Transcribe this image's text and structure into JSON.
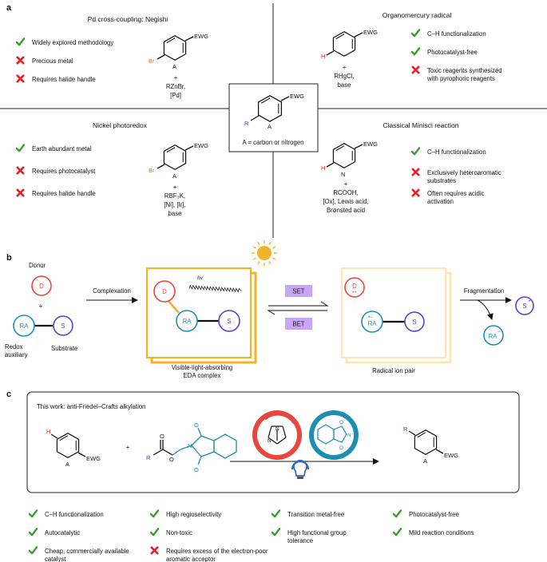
{
  "colors": {
    "check": "#3a9a2c",
    "cross": "#e3242b",
    "red": "#e8473f",
    "teal": "#1c8fb0",
    "purple": "#5b3fd4",
    "orange": "#f0b429",
    "palebox": "#fbe6b6",
    "lav": "#c7a6f7",
    "br": "#b8860b",
    "blue": "#2548c8"
  },
  "panel_a": {
    "label": "a",
    "core_caption": "A = carbon or nitrogen",
    "ring": {
      "ewg": "EWG",
      "a": "A",
      "r": "R"
    },
    "q1": {
      "title": "Pd cross-coupling: Negishi",
      "sub": "Br",
      "ewg": "EWG",
      "a": "A",
      "reagents": [
        "+",
        "RZnBr,",
        "[Pd]"
      ],
      "items": [
        {
          "mark": "check",
          "text": "Widely explored methodology"
        },
        {
          "mark": "cross",
          "text": "Precious metal"
        },
        {
          "mark": "cross",
          "text": "Requires halide handle"
        }
      ]
    },
    "q2": {
      "title": "Organomercury radical",
      "sub": "H",
      "ewg": "EWG",
      "reagents": [
        "+",
        "RHgCl,",
        "base"
      ],
      "items": [
        {
          "mark": "check",
          "text": "C–H functionalization"
        },
        {
          "mark": "check",
          "text": "Photocatalyst-free"
        },
        {
          "mark": "cross",
          "text": "Toxic reagents synthesized",
          "text2": "with pyrophoric reagents"
        }
      ]
    },
    "q3": {
      "title": "Nickel photoredox",
      "sub": "Br",
      "ewg": "EWG",
      "a": "A",
      "reagents": [
        "+",
        "RBF₃K,",
        "[Ni], [Ir],",
        "base"
      ],
      "items": [
        {
          "mark": "check",
          "text": "Earth abundant metal"
        },
        {
          "mark": "cross",
          "text": "Requires photocatalyst"
        },
        {
          "mark": "cross",
          "text": "Requires halide handle"
        }
      ]
    },
    "q4": {
      "title": "Classical Minisci reaction",
      "sub": "H",
      "ewg": "EWG",
      "n": "N",
      "reagents": [
        "+",
        "RCOOH,",
        "[Ox], Lewis acid,",
        "Brønsted acid"
      ],
      "items": [
        {
          "mark": "check",
          "text": "C–H functionalization"
        },
        {
          "mark": "cross",
          "text": "Exclusively heteroaromatic",
          "text2": "substrates"
        },
        {
          "mark": "cross",
          "text": "Often requires acidic",
          "text2": "activation"
        }
      ]
    }
  },
  "panel_b": {
    "label": "b",
    "donor_label": "Donor",
    "d": "D",
    "plus": "+",
    "ra": "RA",
    "s": "S",
    "redox_label": [
      "Redox",
      "auxiliary"
    ],
    "substrate_label": "Substrate",
    "complexation": "Complexation",
    "hv": "hν",
    "eda_caption": [
      "Visible-light-absorbing",
      "EDA complex"
    ],
    "set": "SET",
    "bet": "BET",
    "radical_caption": "Radical ion pair",
    "fragmentation": "Fragmentation",
    "d_rad": "•+",
    "ra_rad": "•–",
    "s_rad": "•",
    "ra_minus": "–"
  },
  "panel_c": {
    "label": "c",
    "box_title": "This work: anti-Friedel–Crafts alkylation",
    "h": "H",
    "a": "A",
    "ewg": "EWG",
    "plus": "+",
    "r": "R",
    "o": "O",
    "n": "N",
    "nminus": "N⁻",
    "features": [
      {
        "mark": "check",
        "text": "C–H functionalization"
      },
      {
        "mark": "check",
        "text": "High regioselectivity"
      },
      {
        "mark": "check",
        "text": "Transition metal-free"
      },
      {
        "mark": "check",
        "text": "Photocatalyst-free"
      },
      {
        "mark": "check",
        "text": "Autocatalytic"
      },
      {
        "mark": "check",
        "text": "Non-toxic"
      },
      {
        "mark": "check",
        "text": "High functional group",
        "text2": "tolerance"
      },
      {
        "mark": "check",
        "text": "Mild reaction conditions"
      },
      {
        "mark": "check",
        "text": "Cheap, commercially available",
        "text2": "catalyst"
      },
      {
        "mark": "cross",
        "text": "Requires excess of the electron-poor",
        "text2": "aromatic acceptor"
      }
    ]
  }
}
